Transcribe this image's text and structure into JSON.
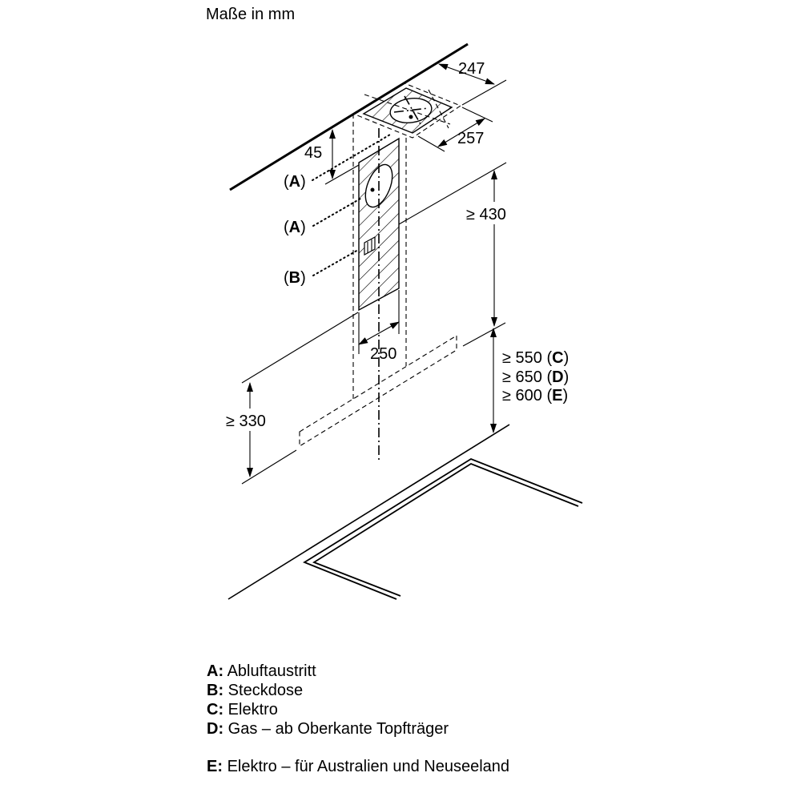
{
  "title": "Maße in mm",
  "dimensions": {
    "width_top": "247",
    "depth_top": "257",
    "ceiling_offset": "45",
    "min_chimney": "≥ 430",
    "chimney_width": "250",
    "min_side": "≥ 330",
    "min_height_c": "≥ 550",
    "min_height_d": "≥ 650",
    "min_height_e": "≥ 600"
  },
  "callouts": {
    "a1": "A",
    "a2": "A",
    "b": "B",
    "c": "C",
    "d": "D",
    "e": "E"
  },
  "legend": [
    {
      "key": "A:",
      "text": "Abluftaustritt"
    },
    {
      "key": "B:",
      "text": "Steckdose"
    },
    {
      "key": "C:",
      "text": "Elektro"
    },
    {
      "key": "D:",
      "text": "Gas – ab Oberkante Topfträger"
    },
    {
      "key": "E:",
      "text": "Elektro – für Australien und Neuseeland"
    }
  ]
}
